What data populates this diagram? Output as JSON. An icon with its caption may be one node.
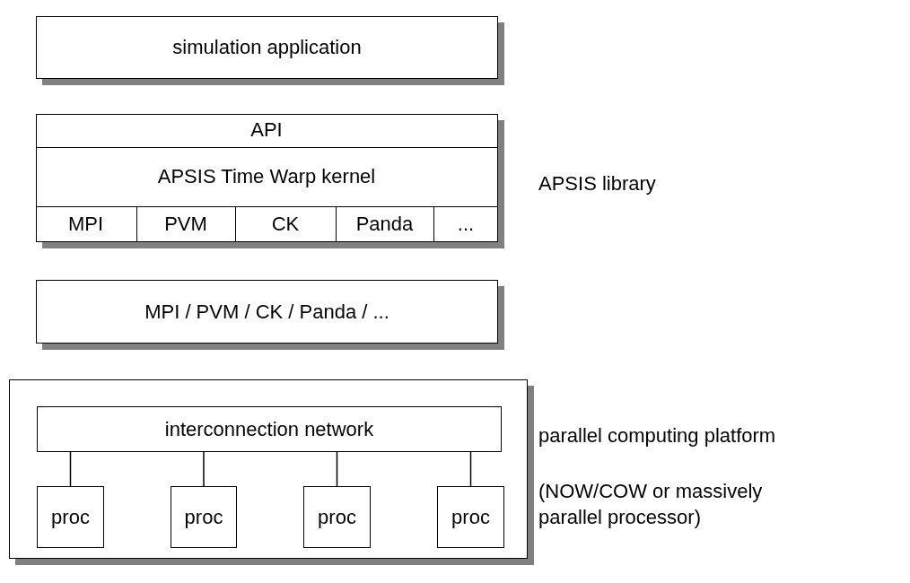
{
  "diagram": {
    "nodes": [
      {
        "text": [
          "simulation application"
        ]
      },
      {
        "text": [],
        "shape": "box",
        "beside": [
          "APSIS library"
        ]
      },
      {
        "text": [
          "API"
        ],
        "in": 1
      },
      {
        "text": [
          "APSIS Time Warp kernel"
        ],
        "in": 1
      },
      {
        "text": [
          "MPI"
        ],
        "in": 1
      },
      {
        "text": [
          "PVM"
        ],
        "in": 1
      },
      {
        "text": [
          "CK"
        ],
        "in": 1
      },
      {
        "text": [
          "Panda"
        ],
        "in": 1
      },
      {
        "text": [
          "..."
        ],
        "in": 1
      },
      {
        "text": [
          "MPI / PVM / CK / Panda / ..."
        ]
      },
      {
        "text": [],
        "shape": "box",
        "beside": [
          "parallel computing platform",
          "(NOW/COW or massively parallel processor)"
        ]
      },
      {
        "text": [
          "interconnection network"
        ],
        "in": 10
      },
      {
        "text": [
          "proc"
        ],
        "in": 10
      },
      {
        "text": [
          "proc"
        ],
        "in": 10
      },
      {
        "text": [
          "proc"
        ],
        "in": 10
      },
      {
        "text": [
          "proc"
        ],
        "in": 10
      }
    ],
    "edges": [
      {
        "from": 11,
        "to": 12,
        "arrow": "none"
      },
      {
        "from": 11,
        "to": 13,
        "arrow": "none"
      },
      {
        "from": 11,
        "to": 14,
        "arrow": "none"
      },
      {
        "from": 11,
        "to": 15,
        "arrow": "none"
      }
    ]
  }
}
